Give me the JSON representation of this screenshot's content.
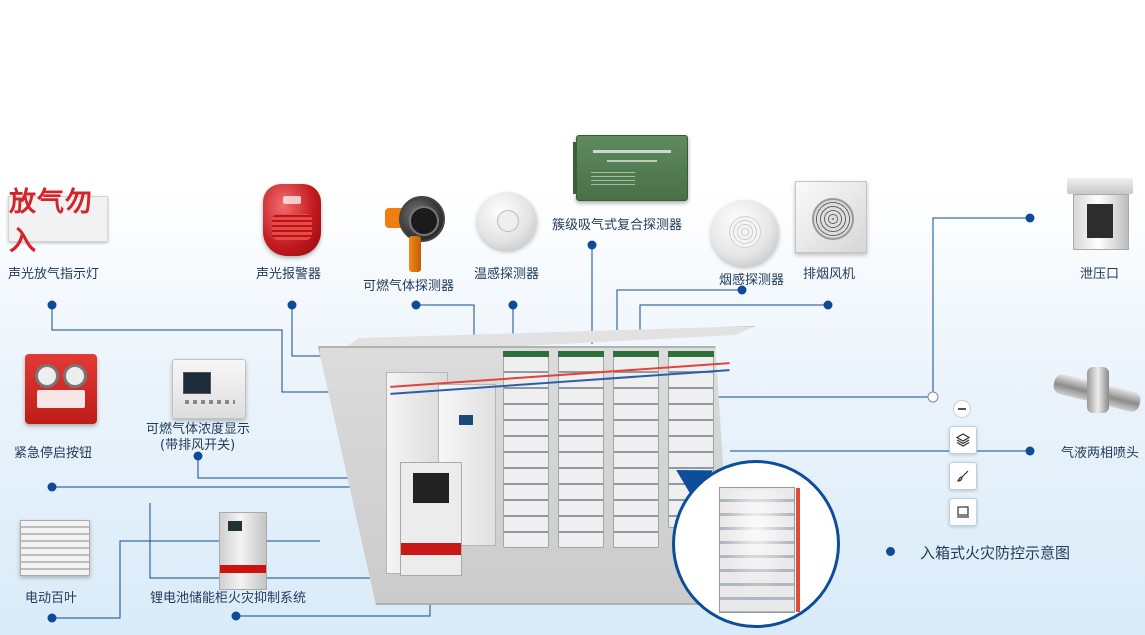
{
  "sign": {
    "text": "放气勿入"
  },
  "labels": {
    "strobe_fill_light": "声光放气指示灯",
    "audible_visual_alarm": "声光报警器",
    "combustible_gas_detector": "可燃气体探测器",
    "heat_detector": "温感探测器",
    "composite_detector": "簇级吸气式复合探测器",
    "smoke_detector": "烟感探测器",
    "exhaust_fan": "排烟风机",
    "pressure_relief_vent": "泄压口",
    "emergency_button": "紧急停启按钮",
    "gas_concentration_display_1": "可燃气体浓度显示",
    "gas_concentration_display_2": "(带排风开关)",
    "two_phase_nozzle": "气液两相喷头",
    "electric_louver": "电动百叶",
    "suppression_system": "锂电池储能柜火灾抑制系统"
  },
  "legend": {
    "text": "入箱式火灾防控示意图"
  },
  "controls": {
    "zoom_out_icon": "minus-icon",
    "layers_icon": "layers-icon",
    "brush_icon": "brush-icon",
    "screen_icon": "monitor-icon"
  },
  "colors": {
    "line": "#0e4a95",
    "pipe_red": "#e2443c",
    "pipe_blue": "#2e5ea8"
  }
}
